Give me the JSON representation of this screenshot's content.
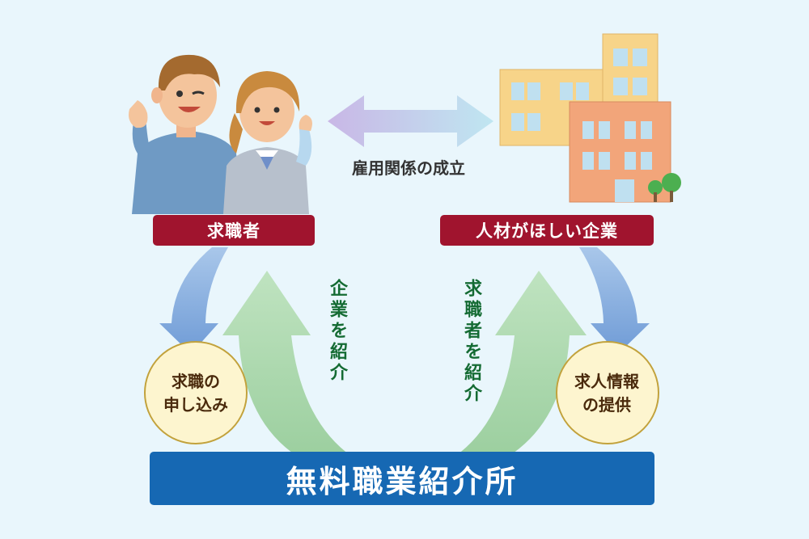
{
  "labels": {
    "job_seeker": "求職者",
    "company": "人材がほしい企業",
    "employment": "雇用関係の成立",
    "center": "無料職業紹介所",
    "introduce_company": "企業を紹介",
    "introduce_seeker": "求職者を紹介",
    "apply_line1": "求職の",
    "apply_line2": "申し込み",
    "info_line1": "求人情報",
    "info_line2": "の提供"
  },
  "colors": {
    "background": "#e9f6fc",
    "label_red": "#a0142e",
    "center_blue": "#1668b3",
    "green_arrow": "#a9d6ab",
    "blue_arrow": "#7fa8dc",
    "circle_fill": "#fdf5cf",
    "circle_border": "#c2a23c",
    "vertical_text": "#146b33"
  }
}
